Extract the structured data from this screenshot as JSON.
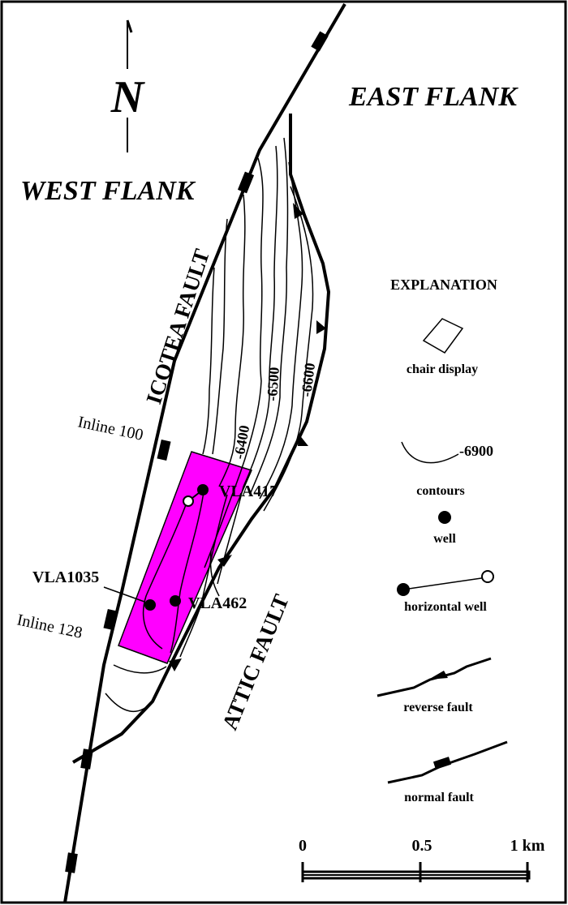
{
  "north": {
    "label": "N"
  },
  "regions": {
    "east_flank": "EAST FLANK",
    "west_flank": "WEST FLANK"
  },
  "faults": {
    "icotea": "ICOTEA FAULT",
    "attic": "ATTIC FAULT"
  },
  "inlines": {
    "inline_100": "Inline 100",
    "inline_128": "Inline 128"
  },
  "contour_labels": {
    "c6400": "-6400",
    "c6500": "-6500",
    "c6600": "-6600"
  },
  "wells": {
    "vla417": "VLA417",
    "vla1035": "VLA1035",
    "vla462": "VLA462"
  },
  "explanation": {
    "title": "EXPLANATION",
    "chair_display": "chair display",
    "contour_value": "-6900",
    "contours": "contours",
    "well": "well",
    "horizontal_well": "horizontal well",
    "reverse_fault": "reverse fault",
    "normal_fault": "normal fault"
  },
  "scale_bar": {
    "tick_0": "0",
    "tick_mid": "0.5",
    "tick_end": "1 km"
  },
  "colors": {
    "chair_fill": "#ff00ff",
    "ink": "#000000",
    "background": "#ffffff"
  }
}
